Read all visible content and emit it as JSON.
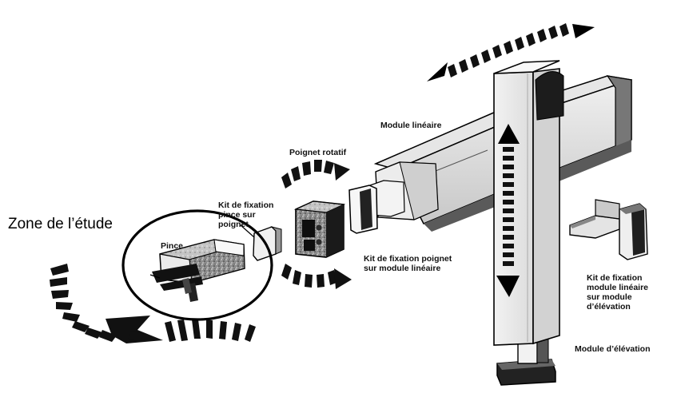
{
  "study_zone_label": "Zone de l’étude",
  "labels": {
    "pince": "Pince",
    "kit_pince_poignet": "Kit de fixation\npince sur\npoignet",
    "poignet_rotatif": "Poignet rotatif",
    "module_lineaire": "Module linéaire",
    "kit_poignet_module": "Kit de fixation poignet\nsur module linéaire",
    "kit_module_elevation": "Kit de fixation\nmodule linéaire\nsur module\nd’élévation",
    "module_elevation": "Module d’élévation"
  }
}
